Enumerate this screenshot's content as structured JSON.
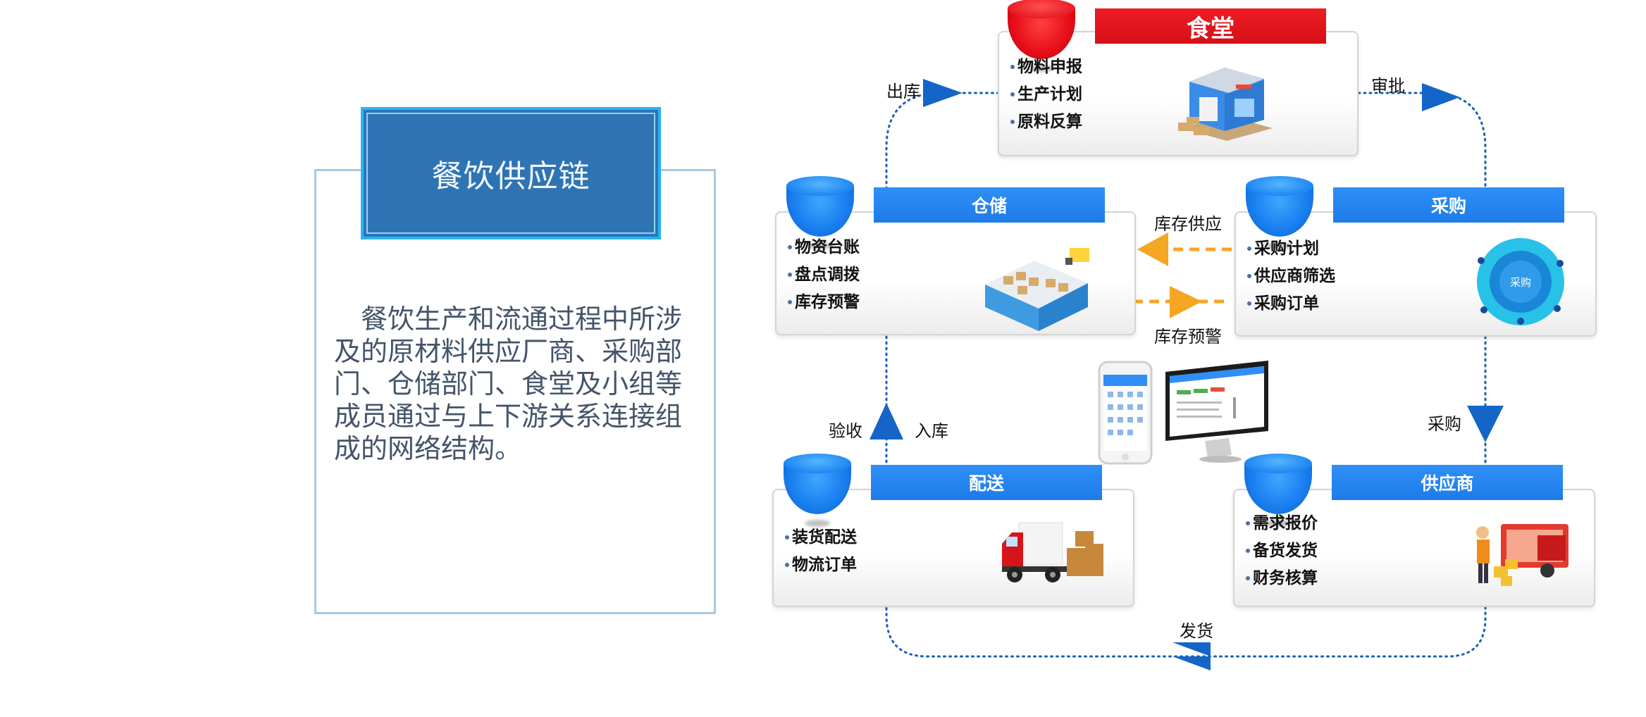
{
  "intro": {
    "title": "餐饮供应链",
    "description": "餐饮生产和流通过程中所涉及的原材料供应厂商、采购部门、仓储部门、食堂及小组等成员通过与上下游关系连接组成的网络结构。"
  },
  "modules": {
    "canteen": {
      "title": "食堂",
      "items": [
        "物料申报",
        "生产计划",
        "原料反算"
      ]
    },
    "storage": {
      "title": "仓储",
      "items": [
        "物资台账",
        "盘点调拨",
        "库存预警"
      ]
    },
    "purchase": {
      "title": "采购",
      "items": [
        "采购计划",
        "供应商筛选",
        "采购订单"
      ],
      "illus_text": "采购"
    },
    "delivery": {
      "title": "配送",
      "items": [
        "装货配送",
        "物流订单"
      ]
    },
    "supplier": {
      "title": "供应商",
      "items": [
        "需求报价",
        "备货发货",
        "财务核算"
      ]
    }
  },
  "flows": {
    "out": "出库",
    "approve": "审批",
    "stock_supply": "库存供应",
    "stock_warning": "库存预警",
    "inspect": "验收",
    "inbound": "入库",
    "buy": "采购",
    "ship": "发货"
  },
  "colors": {
    "header_blue": "#1d7be9",
    "header_red": "#e8101a",
    "arrow_blue": "#1565c8",
    "arrow_orange": "#f5a623",
    "title_box": "#2e74b5"
  }
}
